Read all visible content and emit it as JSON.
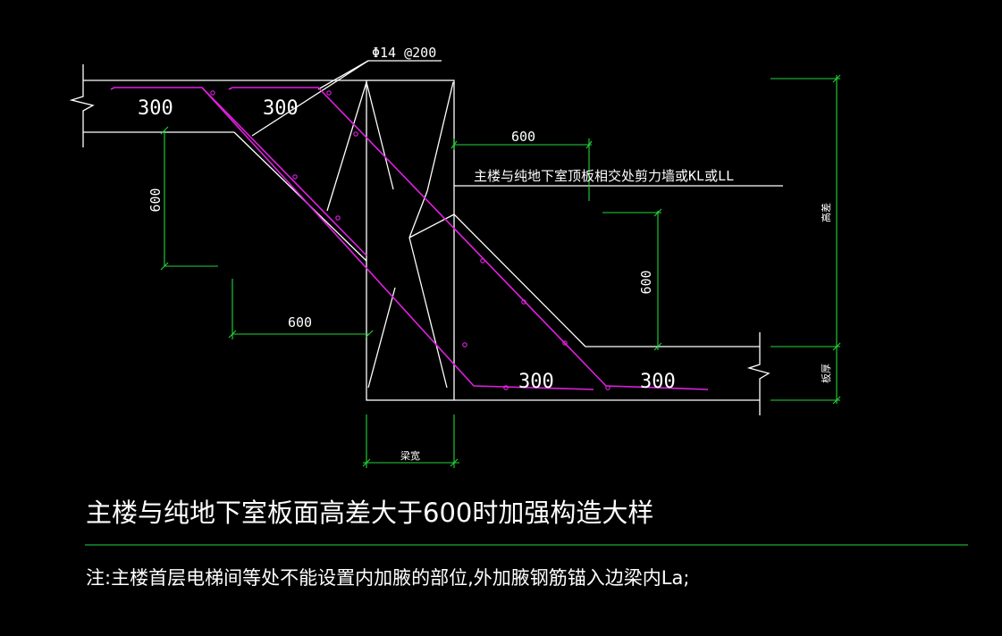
{
  "labels": {
    "rebar_spec": "Φ14 @200",
    "top_left_dim_1": "300",
    "top_left_dim_2": "300",
    "dim_600_top": "600",
    "wall_note": "主楼与纯地下室顶板相交处剪力墙或KL或LL",
    "dim_600_left_vertical": "600",
    "dim_600_right_vertical": "600",
    "dim_600_bottom": "600",
    "bottom_dim_1": "300",
    "bottom_dim_2": "300",
    "beam_width": "梁宽",
    "height_diff_outer": "高差",
    "height_diff_inner": "板厚"
  },
  "title": "主楼与纯地下室板面高差大于600时加强构造大样",
  "note": "注:主楼首层电梯间等处不能设置内加腋的部位,外加腋钢筋锚入边梁内La;",
  "colors": {
    "background": "#000000",
    "structure": "#ffffff",
    "dimension": "#22d63a",
    "rebar": "#e020e0"
  }
}
